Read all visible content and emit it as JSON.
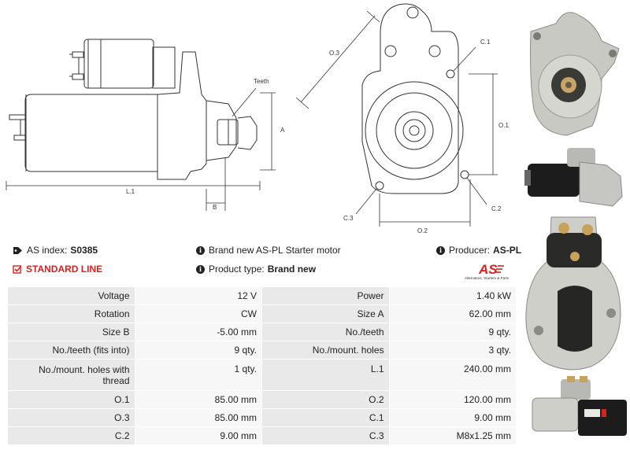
{
  "drawing_labels": {
    "teeth": "Teeth",
    "a": "A",
    "b": "B",
    "l1": "L.1",
    "o3": "O.3",
    "c1": "C.1",
    "o1": "O.1",
    "c3": "C.3",
    "c2": "C.2",
    "o2": "O.2"
  },
  "info": {
    "as_index_label": "AS index:",
    "as_index_value": "S0385",
    "standard_line": "STANDARD LINE",
    "description": "Brand new AS-PL Starter motor",
    "product_type_label": "Product type:",
    "product_type_value": "Brand new",
    "producer_label": "Producer:",
    "producer_value": "AS-PL"
  },
  "logo": {
    "mark": "AS",
    "tagline": "Alternators, Starters & Parts",
    "accent_color": "#d7231f"
  },
  "specs": [
    {
      "k1": "Voltage",
      "v1": "12 V",
      "k2": "Power",
      "v2": "1.40 kW"
    },
    {
      "k1": "Rotation",
      "v1": "CW",
      "k2": "Size A",
      "v2": "62.00 mm"
    },
    {
      "k1": "Size B",
      "v1": "-5.00 mm",
      "k2": "No./teeth",
      "v2": "9 qty."
    },
    {
      "k1": "No./teeth (fits into)",
      "v1": "9 qty.",
      "k2": "No./mount. holes",
      "v2": "3 qty."
    },
    {
      "k1": "No./mount. holes with thread",
      "v1": "1 qty.",
      "k2": "L.1",
      "v2": "240.00 mm"
    },
    {
      "k1": "O.1",
      "v1": "85.00 mm",
      "k2": "O.2",
      "v2": "120.00 mm"
    },
    {
      "k1": "O.3",
      "v1": "85.00 mm",
      "k2": "C.1",
      "v2": "9.00 mm"
    },
    {
      "k1": "C.2",
      "v1": "9.00 mm",
      "k2": "C.3",
      "v2": "M8x1.25 mm"
    }
  ]
}
